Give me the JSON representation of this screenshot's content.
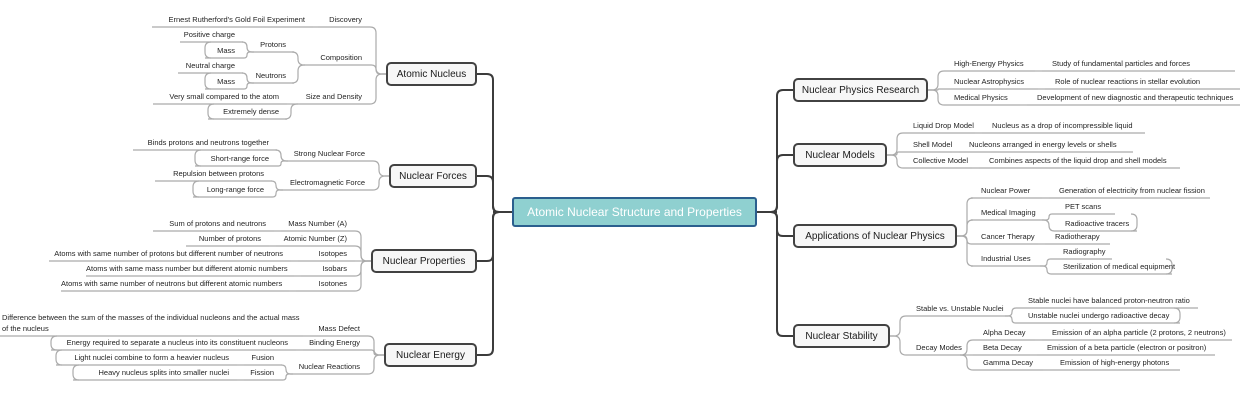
{
  "colors": {
    "center_fill": "#8FD0D0",
    "center_border": "#2B5F8E",
    "center_text": "#FFFFFF",
    "box_fill": "#F7F7F7",
    "box_border": "#424242",
    "text": "#1F1F1F",
    "link_dark": "#3C3C3C",
    "link_gray": "#ABABAB"
  },
  "root": {
    "label": "Atomic Nuclear Structure and Properties",
    "children": [
      {
        "label": "Atomic Nucleus",
        "children": [
          {
            "label": "Discovery",
            "children": [
              {
                "label": "Ernest Rutherford's Gold Foil Experiment"
              }
            ]
          },
          {
            "label": "Composition",
            "children": [
              {
                "label": "Protons",
                "children": [
                  {
                    "label": "Positive charge"
                  },
                  {
                    "label": "Mass"
                  }
                ]
              },
              {
                "label": "Neutrons",
                "children": [
                  {
                    "label": "Neutral charge"
                  },
                  {
                    "label": "Mass"
                  }
                ]
              }
            ]
          },
          {
            "label": "Size and Density",
            "children": [
              {
                "label": "Very small compared to the atom"
              },
              {
                "label": "Extremely dense"
              }
            ]
          }
        ]
      },
      {
        "label": "Nuclear Forces",
        "children": [
          {
            "label": "Strong Nuclear Force",
            "children": [
              {
                "label": "Binds protons and neutrons together"
              },
              {
                "label": "Short-range force"
              }
            ]
          },
          {
            "label": "Electromagnetic Force",
            "children": [
              {
                "label": "Repulsion between protons"
              },
              {
                "label": "Long-range force"
              }
            ]
          }
        ]
      },
      {
        "label": "Nuclear Properties",
        "children": [
          {
            "label": "Mass Number (A)",
            "children": [
              {
                "label": "Sum of protons and neutrons"
              }
            ]
          },
          {
            "label": "Atomic Number (Z)",
            "children": [
              {
                "label": "Number of protons"
              }
            ]
          },
          {
            "label": "Isotopes",
            "children": [
              {
                "label": "Atoms with same number of protons but different number of neutrons"
              }
            ]
          },
          {
            "label": "Isobars",
            "children": [
              {
                "label": "Atoms with same mass number but different atomic numbers"
              }
            ]
          },
          {
            "label": "Isotones",
            "children": [
              {
                "label": "Atoms with same number of neutrons but different atomic numbers"
              }
            ]
          }
        ]
      },
      {
        "label": "Nuclear Energy",
        "children": [
          {
            "label": "Mass Defect",
            "children": [
              {
                "label": "Difference between the sum of the masses of the individual nucleons and the actual mass of the nucleus"
              }
            ]
          },
          {
            "label": "Binding Energy",
            "children": [
              {
                "label": "Energy required to separate a nucleus into its constituent nucleons"
              }
            ]
          },
          {
            "label": "Nuclear Reactions",
            "children": [
              {
                "label": "Fusion",
                "children": [
                  {
                    "label": "Light nuclei combine to form a heavier nucleus"
                  }
                ]
              },
              {
                "label": "Fission",
                "children": [
                  {
                    "label": "Heavy nucleus splits into smaller nuclei"
                  }
                ]
              }
            ]
          }
        ]
      },
      {
        "label": "Nuclear Physics Research",
        "children": [
          {
            "label": "High-Energy Physics",
            "children": [
              {
                "label": "Study of fundamental particles and forces"
              }
            ]
          },
          {
            "label": "Nuclear Astrophysics",
            "children": [
              {
                "label": "Role of nuclear reactions in stellar evolution"
              }
            ]
          },
          {
            "label": "Medical Physics",
            "children": [
              {
                "label": "Development of new diagnostic and therapeutic techniques"
              }
            ]
          }
        ]
      },
      {
        "label": "Nuclear Models",
        "children": [
          {
            "label": "Liquid Drop Model",
            "children": [
              {
                "label": "Nucleus as a drop of incompressible liquid"
              }
            ]
          },
          {
            "label": "Shell Model",
            "children": [
              {
                "label": "Nucleons arranged in energy levels or shells"
              }
            ]
          },
          {
            "label": "Collective Model",
            "children": [
              {
                "label": "Combines aspects of the liquid drop and shell models"
              }
            ]
          }
        ]
      },
      {
        "label": "Applications of Nuclear Physics",
        "children": [
          {
            "label": "Nuclear Power",
            "children": [
              {
                "label": "Generation of electricity from nuclear fission"
              }
            ]
          },
          {
            "label": "Medical Imaging",
            "children": [
              {
                "label": "PET scans"
              },
              {
                "label": "Radioactive tracers"
              }
            ]
          },
          {
            "label": "Cancer Therapy",
            "children": [
              {
                "label": "Radiotherapy"
              }
            ]
          },
          {
            "label": "Industrial Uses",
            "children": [
              {
                "label": "Radiography"
              },
              {
                "label": "Sterilization of medical equipment"
              }
            ]
          }
        ]
      },
      {
        "label": "Nuclear Stability",
        "children": [
          {
            "label": "Stable vs. Unstable Nuclei",
            "children": [
              {
                "label": "Stable nuclei have balanced proton-neutron ratio"
              },
              {
                "label": "Unstable nuclei undergo radioactive decay"
              }
            ]
          },
          {
            "label": "Decay Modes",
            "children": [
              {
                "label": "Alpha Decay",
                "children": [
                  {
                    "label": "Emission of an alpha particle (2 protons, 2 neutrons)"
                  }
                ]
              },
              {
                "label": "Beta Decay",
                "children": [
                  {
                    "label": "Emission of a beta particle (electron or positron)"
                  }
                ]
              },
              {
                "label": "Gamma Decay",
                "children": [
                  {
                    "label": "Emission of high-energy photons"
                  }
                ]
              }
            ]
          }
        ]
      }
    ]
  }
}
